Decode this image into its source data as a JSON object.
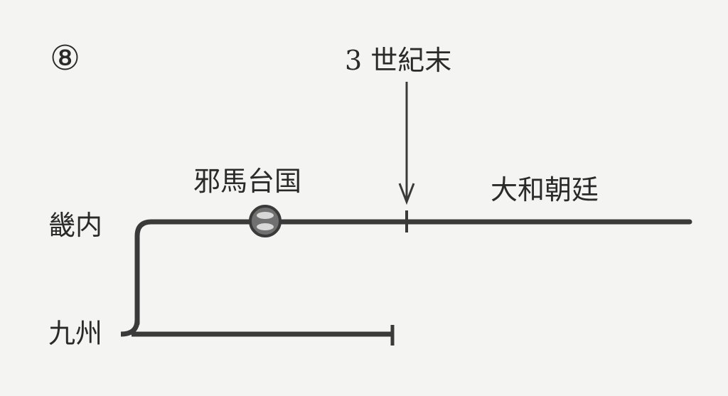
{
  "figure_number": "⑧",
  "time_marker": "3 世紀末",
  "regions": {
    "kinai": "畿内",
    "kyushu": "九州"
  },
  "events": {
    "yamatai": "邪馬台国",
    "yamato": "大和朝廷"
  },
  "colors": {
    "line": "#3a3a3a",
    "background": "#f4f4f2",
    "dot_fill": "#8a8a8a"
  }
}
